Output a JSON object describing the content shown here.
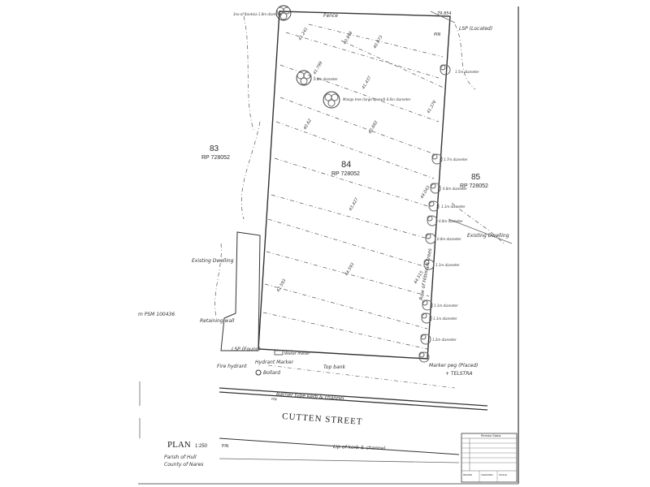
{
  "lots": {
    "lot83": {
      "number": "83",
      "plan": "RP 728052"
    },
    "lot84": {
      "number": "84",
      "plan": "RP 728052"
    },
    "lot85": {
      "number": "85",
      "plan": "RP 728052"
    }
  },
  "street": {
    "name": "CUTTEN STREET",
    "kerb_top": "Barrier type kerb & channel",
    "kerb_bottom": "Lip of kerb & channel"
  },
  "labels": {
    "fence": "Fence",
    "lsp_located": "LSP (Located)",
    "lsp_found": "LSP (Found)",
    "pin_top": "PIN",
    "existing_dwelling_left": "Existing Dwelling",
    "existing_dwelling_right": "Existing Dwelling",
    "retaining_wall": "Retaining wall",
    "psm": "m PSM 100436",
    "fire_hydrant": "Fire hydrant",
    "hydrant_marker": "Hydrant Marker",
    "bollard": "Bollard",
    "water_meter": "Water meter",
    "top_bank": "Top bank",
    "marker_peg": "Marker peg (Placed)",
    "telstra": "+ TELSTRA",
    "pin_street": "PIN",
    "pin_plan": "PIN",
    "corner_level_top": "79.854",
    "row_of_trees": "Row of Hibiscus trees"
  },
  "trees": {
    "top_left": "3no of Banksia 1.8m diameter",
    "mid1": "0.8m diameter",
    "mid2": "Mango tree (large spread) 0.6m diameter",
    "r1": "1.5m diameter",
    "r2": "1.7m diameter",
    "r3": "0.8m diameter",
    "r4": "1.1m diameter",
    "r5": "0.8m diameter",
    "r6": "0.8m diameter",
    "r7": "1.1m diameter",
    "r8": "1.1m diameter",
    "r9": "1.1m diameter",
    "r10": "1.2m diameter"
  },
  "levels": {
    "l1": "41.241",
    "l2": "40.998",
    "l3": "40.873",
    "l4": "41.799",
    "l5": "41.437",
    "l6": "40.62",
    "l7": "40.682",
    "l8": "41.376",
    "l9": "43.427",
    "l10": "44.043",
    "l11": "44.593",
    "l12": "42.593",
    "l13": "44.515"
  },
  "plan": {
    "title": "PLAN",
    "scale": "1:250",
    "parish": "Parish of Hull",
    "county": "County of Nares"
  },
  "title_block": {
    "header": "Revision Status",
    "row1": "DRAWN",
    "row2": "CHECKED",
    "row3": "SCALE"
  }
}
